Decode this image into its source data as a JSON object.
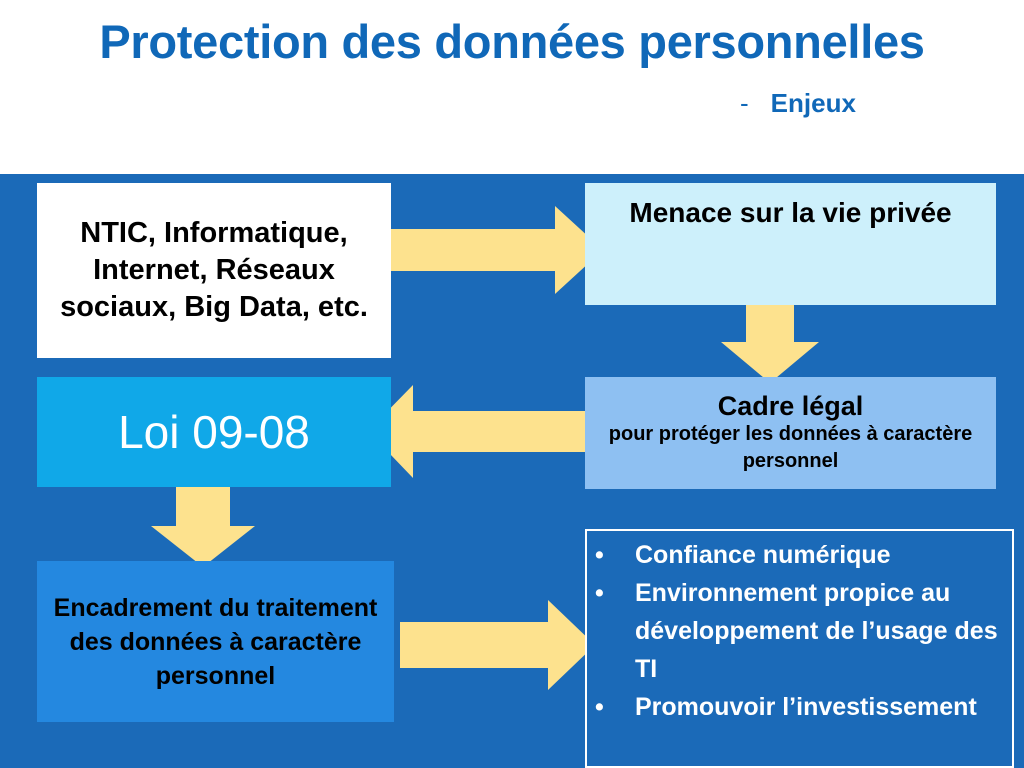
{
  "title": "Protection des données personnelles",
  "subtitle": {
    "dash": "-",
    "text": "Enjeux"
  },
  "boxes": {
    "ntic": "NTIC, Informatique, Internet, Réseaux sociaux, Big Data, etc.",
    "menace": "Menace sur la vie privée",
    "loi": "Loi 09-08",
    "cadre": {
      "title": "Cadre légal",
      "subtitle": "pour protéger les données à caractère personnel"
    },
    "encadrement": "Encadrement du traitement des données à caractère personnel",
    "enjeux": [
      "Confiance numérique",
      "Environnement propice au développement de l’usage des TI",
      "Promouvoir l’investissement"
    ]
  },
  "colors": {
    "title": "#1068b8",
    "panel": "#1b6ab8",
    "arrow": "#fde28e",
    "box_ntic": "#ffffff",
    "box_menace": "#cdf0fb",
    "box_loi": "#10a8e8",
    "box_cadre": "#8ec0f2",
    "box_encadrement": "#2488e0"
  }
}
